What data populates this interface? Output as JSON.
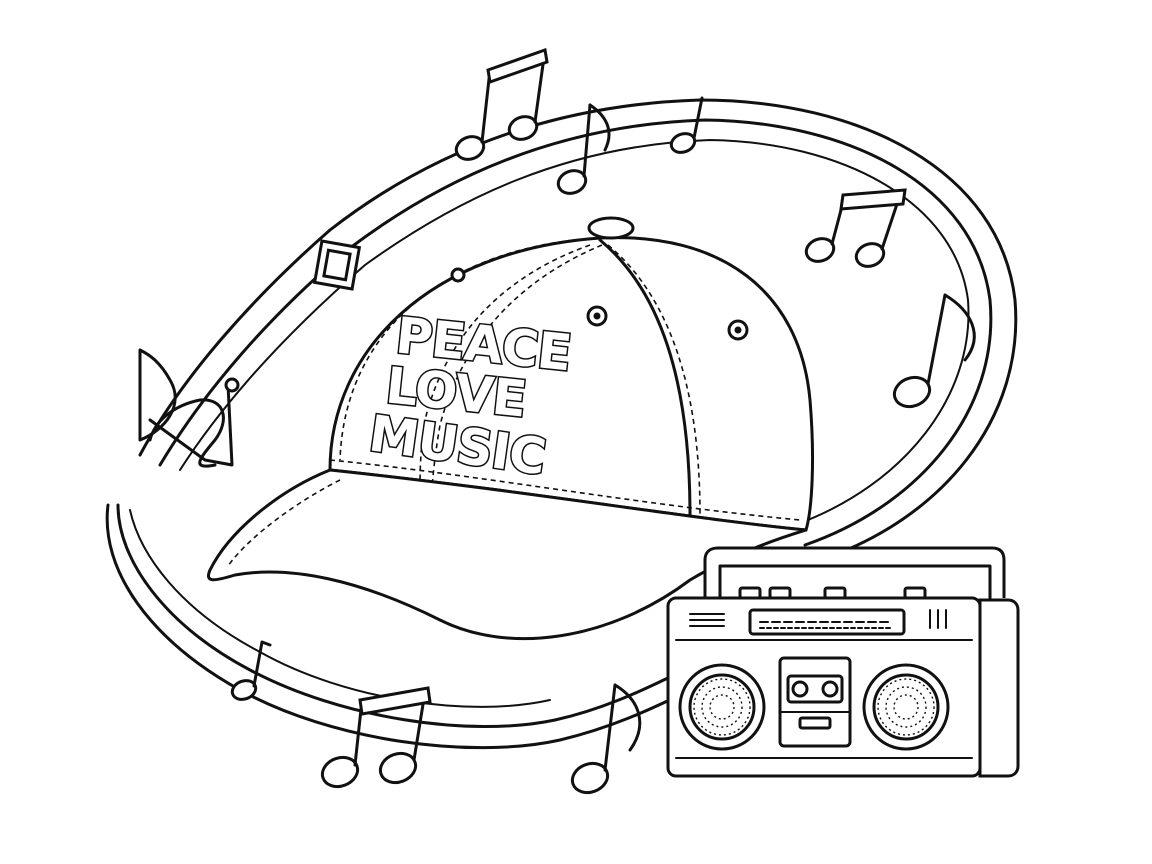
{
  "cap": {
    "line1": "PEACE",
    "line2": "LOVE",
    "line3": "MUSIC"
  },
  "colors": {
    "ink": "#111111",
    "paper": "#ffffff"
  },
  "icons": [
    "baseball-cap",
    "boombox",
    "music-note",
    "music-staff-ribbon"
  ]
}
